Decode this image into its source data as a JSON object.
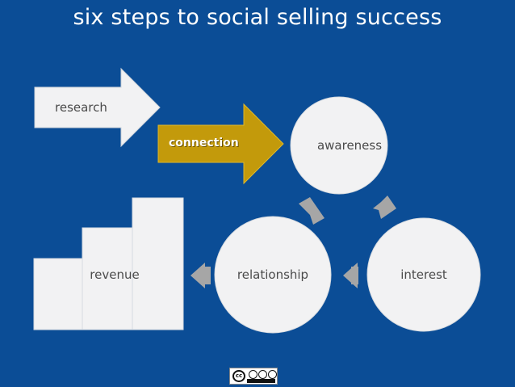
{
  "title": "six steps to social selling success",
  "steps": {
    "research": "research",
    "connection": "connection",
    "awareness": "awareness",
    "interest": "interest",
    "relationship": "relationship",
    "revenue": "revenue"
  },
  "colors": {
    "background": "#0b4d96",
    "shape_fill": "#f2f2f3",
    "connection_fill": "#c39a0b",
    "cycle_arrow": "#a6a6a6"
  },
  "license_badge_icon": "creative-commons-by-nc-sa-icon"
}
